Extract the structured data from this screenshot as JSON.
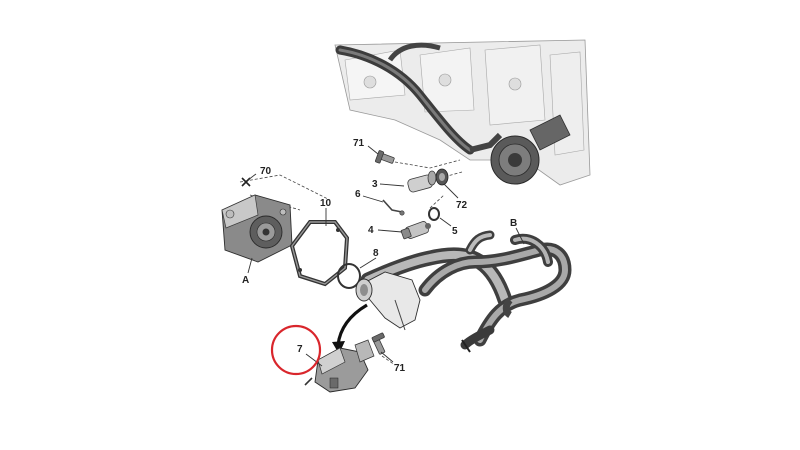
{
  "diagram": {
    "callouts": {
      "c71_top": "71",
      "c70": "70",
      "c3": "3",
      "c6": "6",
      "c72": "72",
      "c10": "10",
      "cB": "B",
      "c8": "8",
      "c4": "4",
      "c5": "5",
      "cA": "A",
      "c7": "7",
      "c71_bottom": "71"
    },
    "highlight": {
      "target": "7",
      "color": "#d9262c"
    },
    "colors": {
      "part_dark": "#4d4d4d",
      "part_mid": "#8a8a8a",
      "part_light": "#c9c9c9",
      "engine": "#e6e6e6"
    }
  }
}
